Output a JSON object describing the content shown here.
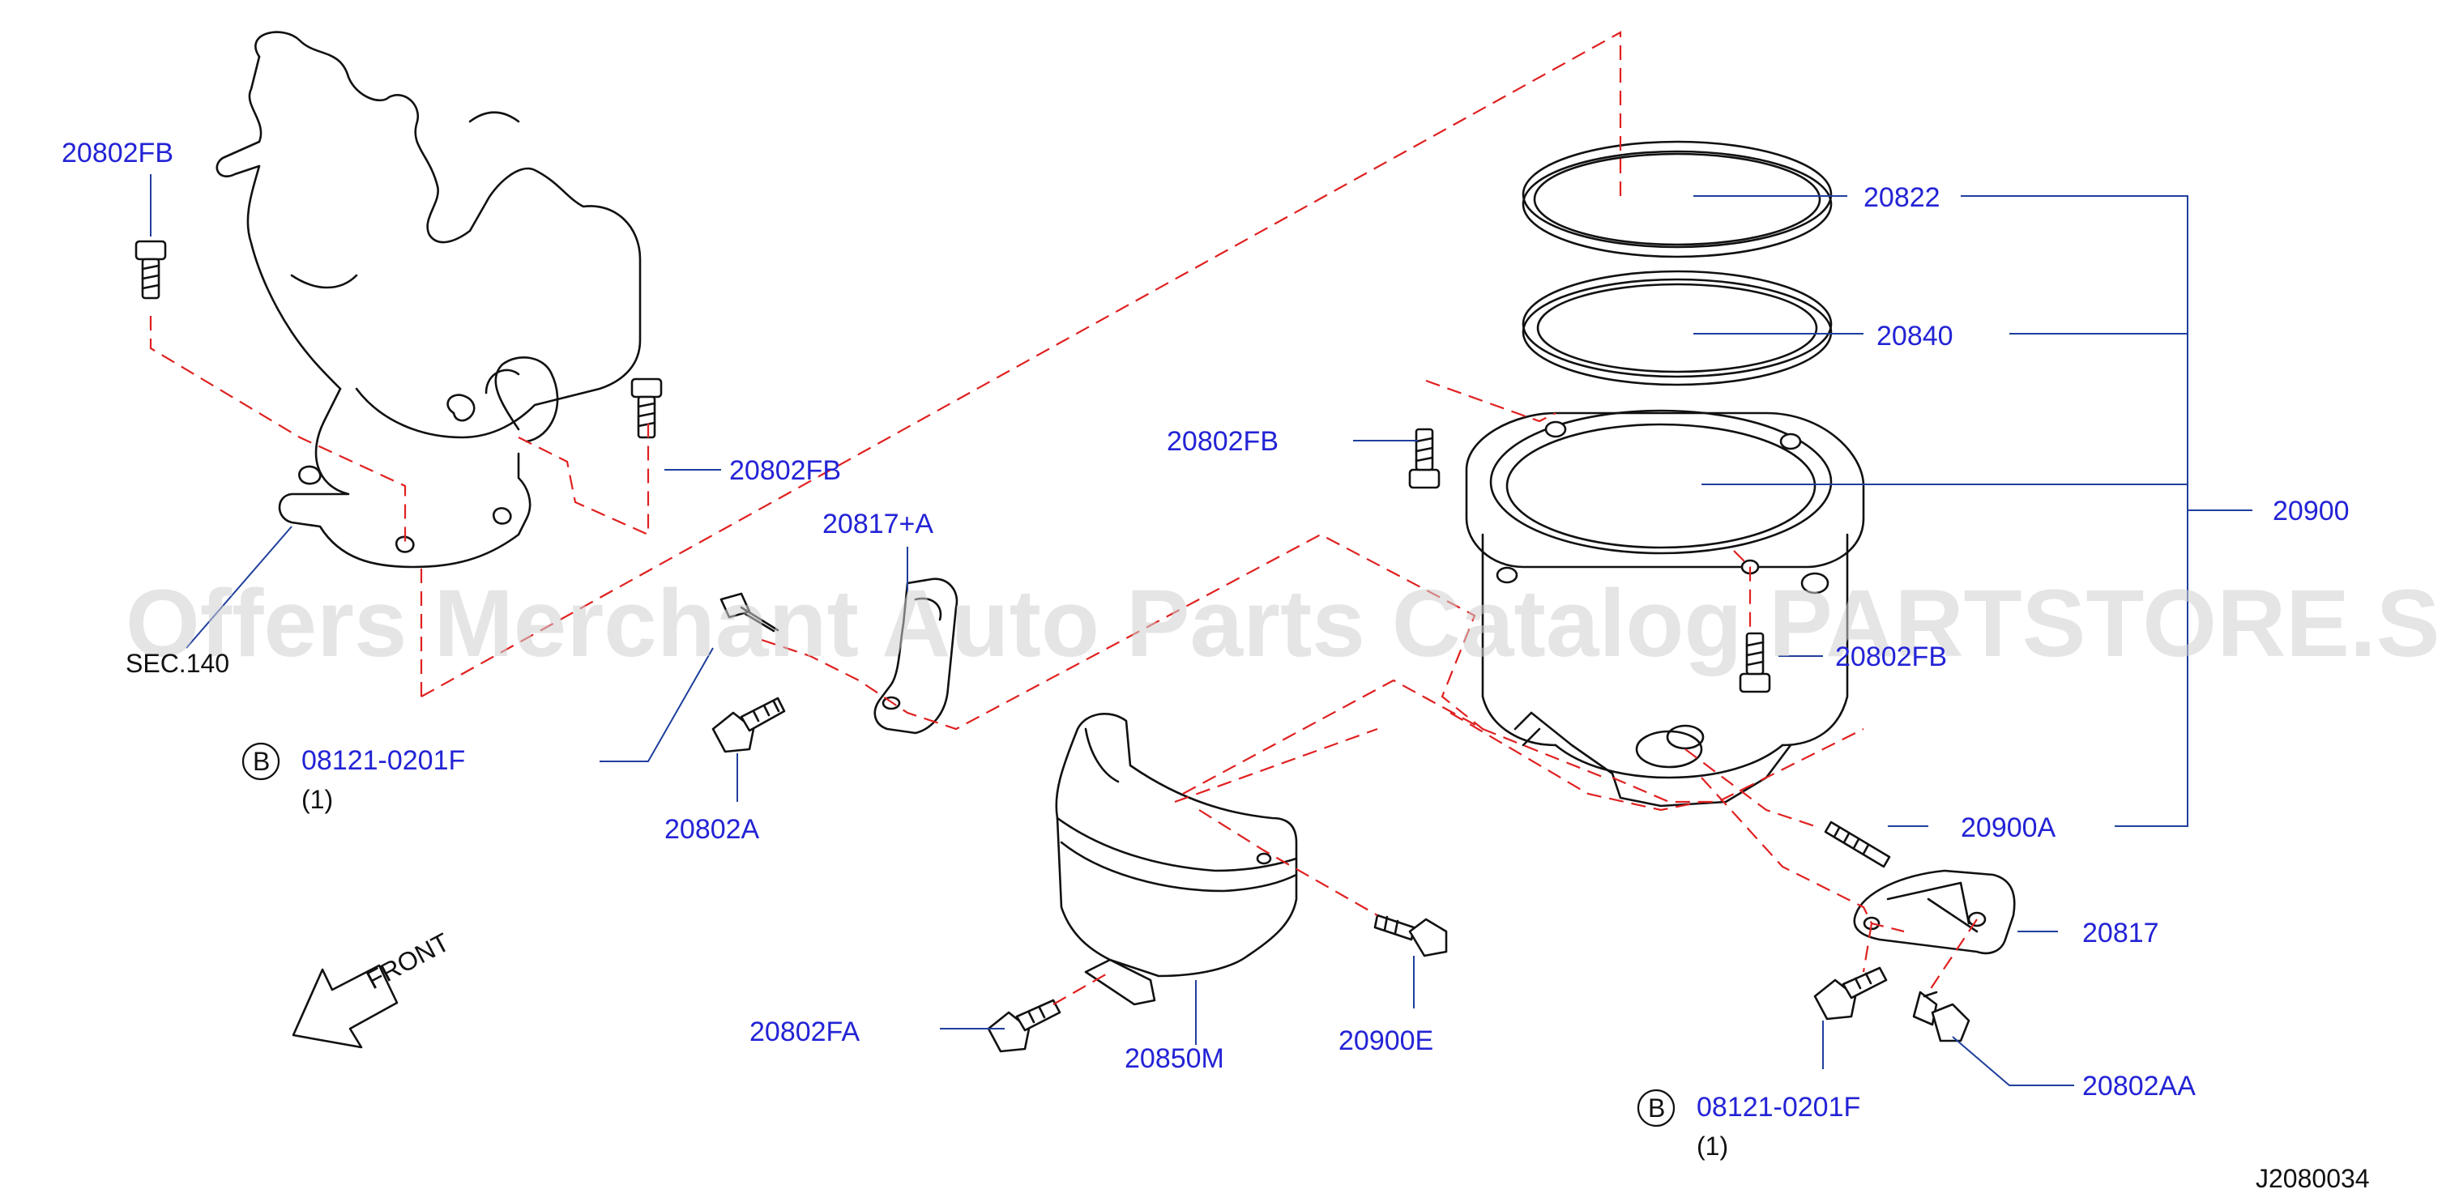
{
  "labels": {
    "p20802FB_a": "20802FB",
    "p20802FB_b": "20802FB",
    "p20802FB_c": "20802FB",
    "p20802FB_d": "20802FB",
    "sec140": "SEC.140",
    "p20817A": "20817+A",
    "p20822": "20822",
    "p20840": "20840",
    "p20900": "20900",
    "p20900A": "20900A",
    "p20817": "20817",
    "p20802AA": "20802AA",
    "p20802A": "20802A",
    "p20802FA": "20802FA",
    "p20850M": "20850M",
    "p20900E": "20900E",
    "bolt1": "08121-0201F",
    "bolt1qty": "(1)",
    "bolt2": "08121-0201F",
    "bolt2qty": "(1)",
    "circleB1": "B",
    "circleB2": "B",
    "front": "FRONT",
    "diagramCode": "J2080034"
  },
  "watermark": "Offers Merchant Auto Parts Catalog PARTSTORE.SA",
  "colors": {
    "label": "#2323d6",
    "leader": "#1f3f9c",
    "dashed": "#e02020",
    "outline": "#111111",
    "watermark": "#cfcfcf"
  }
}
